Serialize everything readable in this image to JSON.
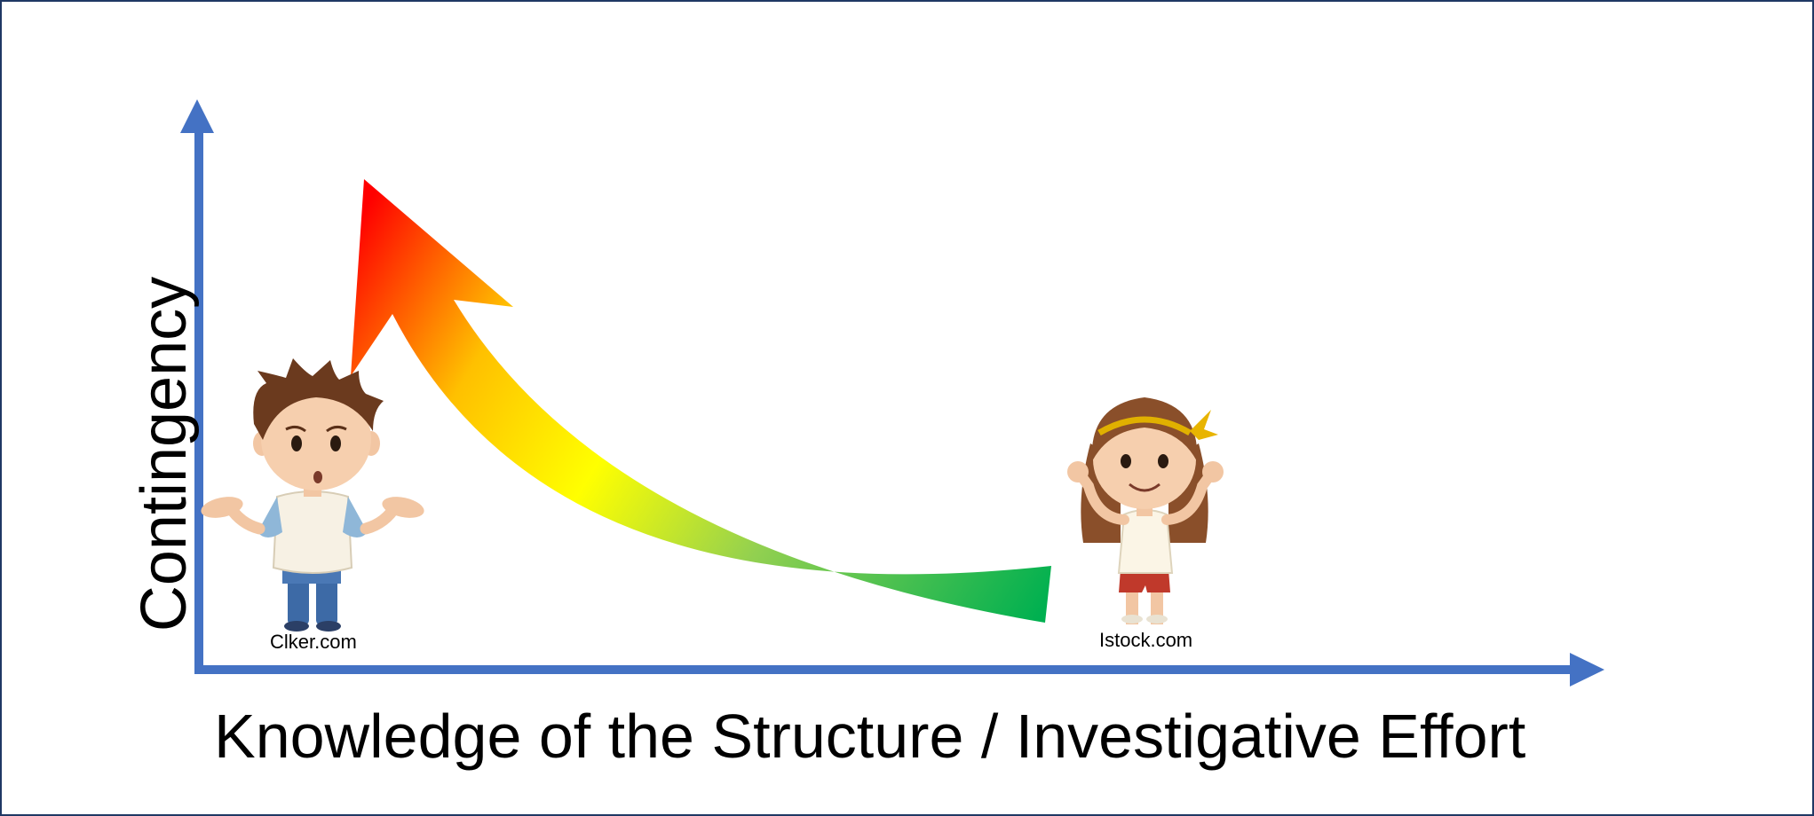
{
  "diagram": {
    "y_axis_label": "Contingency",
    "x_axis_label": "Knowledge of the Structure / Investigative Effort",
    "left_figure": {
      "icon": "confused-boy-icon",
      "credit": "Clker.com"
    },
    "right_figure": {
      "icon": "confident-girl-icon",
      "credit": "Istock.com"
    },
    "arrow": {
      "colors": [
        "#00b050",
        "#92d050",
        "#ffff00",
        "#ffc000",
        "#ff0000"
      ]
    },
    "axis_color": "#4472c4"
  }
}
